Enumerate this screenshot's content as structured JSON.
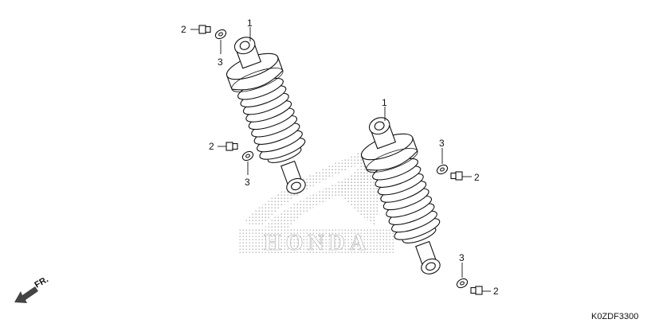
{
  "diagram": {
    "callouts": {
      "shock_absorber": "1",
      "bolt": "2",
      "washer": "3"
    },
    "watermark": "HONDA",
    "direction_label": "FR.",
    "diagram_code": "K0ZDF3300"
  }
}
